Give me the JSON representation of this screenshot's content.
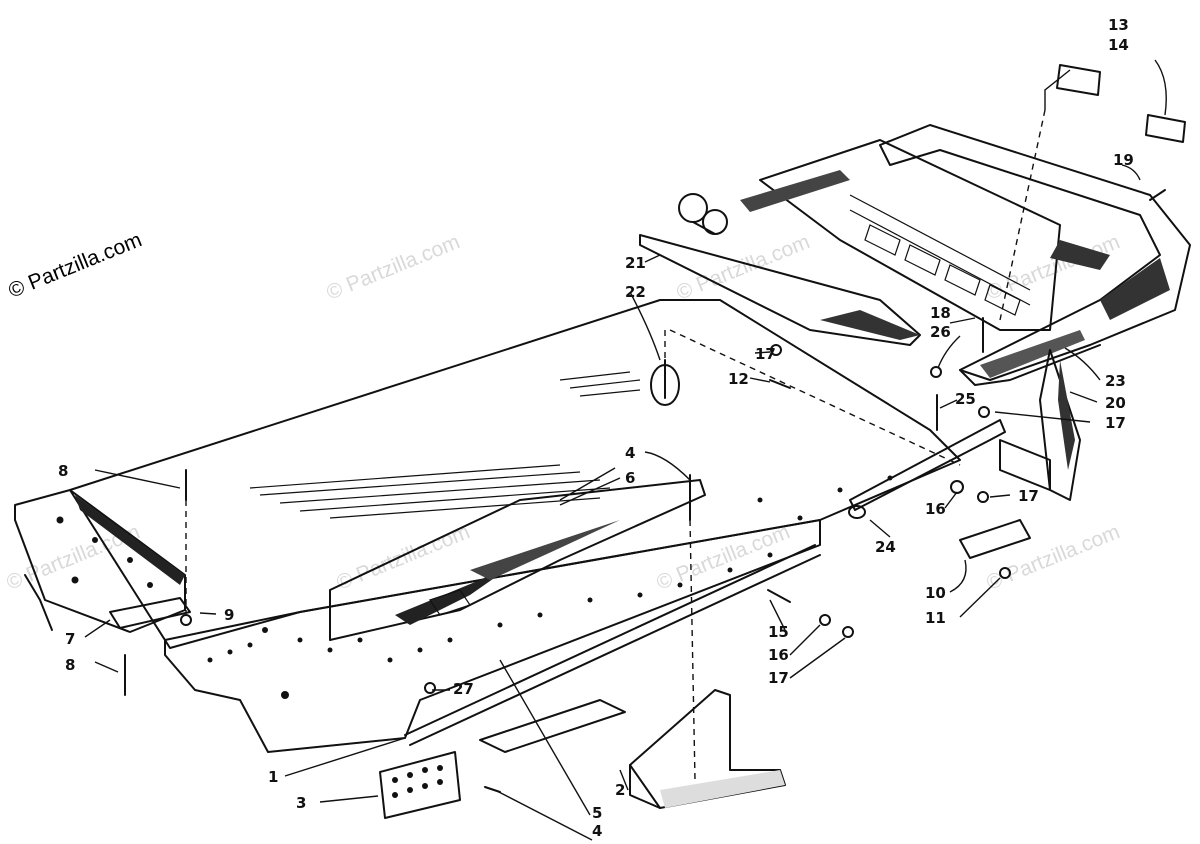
{
  "watermark": {
    "main": "© Partzilla.com",
    "faint": "© Partzilla.com"
  },
  "callouts": [
    {
      "id": "c1",
      "label": "1"
    },
    {
      "id": "c2",
      "label": "2"
    },
    {
      "id": "c3",
      "label": "3"
    },
    {
      "id": "c4a",
      "label": "4"
    },
    {
      "id": "c4b",
      "label": "4"
    },
    {
      "id": "c5",
      "label": "5"
    },
    {
      "id": "c6",
      "label": "6"
    },
    {
      "id": "c7",
      "label": "7"
    },
    {
      "id": "c8a",
      "label": "8"
    },
    {
      "id": "c8b",
      "label": "8"
    },
    {
      "id": "c9",
      "label": "9"
    },
    {
      "id": "c10",
      "label": "10"
    },
    {
      "id": "c11",
      "label": "11"
    },
    {
      "id": "c12",
      "label": "12"
    },
    {
      "id": "c13",
      "label": "13"
    },
    {
      "id": "c14",
      "label": "14"
    },
    {
      "id": "c15",
      "label": "15"
    },
    {
      "id": "c16a",
      "label": "16"
    },
    {
      "id": "c16b",
      "label": "16"
    },
    {
      "id": "c17a",
      "label": "17"
    },
    {
      "id": "c17b",
      "label": "17"
    },
    {
      "id": "c17c",
      "label": "17"
    },
    {
      "id": "c17d",
      "label": "17"
    },
    {
      "id": "c18",
      "label": "18"
    },
    {
      "id": "c19",
      "label": "19"
    },
    {
      "id": "c20",
      "label": "20"
    },
    {
      "id": "c21",
      "label": "21"
    },
    {
      "id": "c22",
      "label": "22"
    },
    {
      "id": "c23",
      "label": "23"
    },
    {
      "id": "c24",
      "label": "24"
    },
    {
      "id": "c25",
      "label": "25"
    },
    {
      "id": "c26",
      "label": "26"
    },
    {
      "id": "c27",
      "label": "27"
    }
  ]
}
